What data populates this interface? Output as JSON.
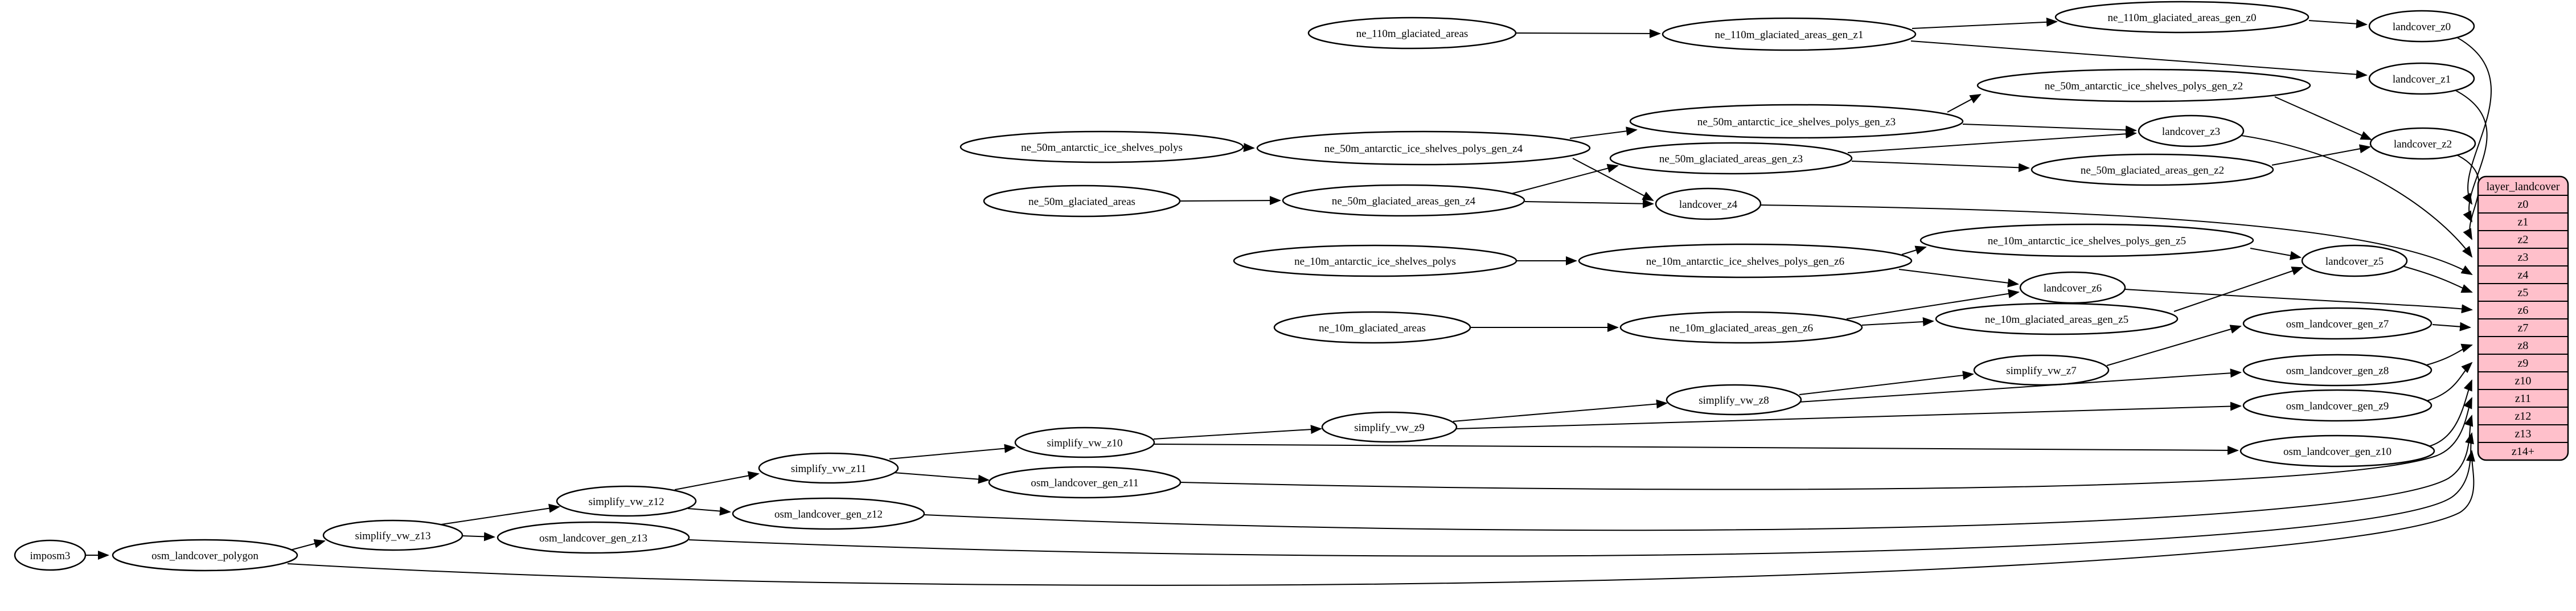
{
  "diagram": {
    "kind": "etl-graph",
    "colors": {
      "node_fill": "#ffffff",
      "node_stroke": "#000000",
      "edge": "#000000",
      "table_fill": "#ffc0cb"
    },
    "nodes": {
      "imposm3": "imposm3",
      "osm_landcover_polygon": "osm_landcover_polygon",
      "simplify_vw_z13": "simplify_vw_z13",
      "osm_landcover_gen_z13": "osm_landcover_gen_z13",
      "simplify_vw_z12": "simplify_vw_z12",
      "osm_landcover_gen_z12": "osm_landcover_gen_z12",
      "simplify_vw_z11": "simplify_vw_z11",
      "osm_landcover_gen_z11": "osm_landcover_gen_z11",
      "simplify_vw_z10": "simplify_vw_z10",
      "osm_landcover_gen_z10": "osm_landcover_gen_z10",
      "simplify_vw_z9": "simplify_vw_z9",
      "osm_landcover_gen_z9": "osm_landcover_gen_z9",
      "simplify_vw_z8": "simplify_vw_z8",
      "osm_landcover_gen_z8": "osm_landcover_gen_z8",
      "simplify_vw_z7": "simplify_vw_z7",
      "osm_landcover_gen_z7": "osm_landcover_gen_z7",
      "ne_10m_antarctic_ice_shelves_polys": "ne_10m_antarctic_ice_shelves_polys",
      "ne_10m_antarctic_ice_shelves_polys_gen_z6": "ne_10m_antarctic_ice_shelves_polys_gen_z6",
      "ne_10m_antarctic_ice_shelves_polys_gen_z5": "ne_10m_antarctic_ice_shelves_polys_gen_z5",
      "ne_10m_glaciated_areas": "ne_10m_glaciated_areas",
      "ne_10m_glaciated_areas_gen_z6": "ne_10m_glaciated_areas_gen_z6",
      "ne_10m_glaciated_areas_gen_z5": "ne_10m_glaciated_areas_gen_z5",
      "landcover_z5": "landcover_z5",
      "landcover_z6": "landcover_z6",
      "ne_50m_antarctic_ice_shelves_polys": "ne_50m_antarctic_ice_shelves_polys",
      "ne_50m_antarctic_ice_shelves_polys_gen_z4": "ne_50m_antarctic_ice_shelves_polys_gen_z4",
      "ne_50m_antarctic_ice_shelves_polys_gen_z3": "ne_50m_antarctic_ice_shelves_polys_gen_z3",
      "ne_50m_antarctic_ice_shelves_polys_gen_z2": "ne_50m_antarctic_ice_shelves_polys_gen_z2",
      "ne_50m_glaciated_areas": "ne_50m_glaciated_areas",
      "ne_50m_glaciated_areas_gen_z4": "ne_50m_glaciated_areas_gen_z4",
      "ne_50m_glaciated_areas_gen_z3": "ne_50m_glaciated_areas_gen_z3",
      "ne_50m_glaciated_areas_gen_z2": "ne_50m_glaciated_areas_gen_z2",
      "landcover_z2": "landcover_z2",
      "landcover_z3": "landcover_z3",
      "landcover_z4": "landcover_z4",
      "ne_110m_glaciated_areas": "ne_110m_glaciated_areas",
      "ne_110m_glaciated_areas_gen_z1": "ne_110m_glaciated_areas_gen_z1",
      "ne_110m_glaciated_areas_gen_z0": "ne_110m_glaciated_areas_gen_z0",
      "landcover_z0": "landcover_z0",
      "landcover_z1": "landcover_z1"
    },
    "table": {
      "title": "layer_landcover",
      "rows": [
        "z0",
        "z1",
        "z2",
        "z3",
        "z4",
        "z5",
        "z6",
        "z7",
        "z8",
        "z9",
        "z10",
        "z11",
        "z12",
        "z13",
        "z14+"
      ]
    },
    "edges": [
      [
        "imposm3",
        "osm_landcover_polygon"
      ],
      [
        "osm_landcover_polygon",
        "simplify_vw_z13"
      ],
      [
        "osm_landcover_polygon",
        "layer_landcover.z14+"
      ],
      [
        "simplify_vw_z13",
        "simplify_vw_z12"
      ],
      [
        "simplify_vw_z13",
        "osm_landcover_gen_z13"
      ],
      [
        "osm_landcover_gen_z13",
        "layer_landcover.z13"
      ],
      [
        "simplify_vw_z12",
        "simplify_vw_z11"
      ],
      [
        "simplify_vw_z12",
        "osm_landcover_gen_z12"
      ],
      [
        "osm_landcover_gen_z12",
        "layer_landcover.z12"
      ],
      [
        "simplify_vw_z11",
        "simplify_vw_z10"
      ],
      [
        "simplify_vw_z11",
        "osm_landcover_gen_z11"
      ],
      [
        "osm_landcover_gen_z11",
        "layer_landcover.z11"
      ],
      [
        "simplify_vw_z10",
        "simplify_vw_z9"
      ],
      [
        "simplify_vw_z10",
        "osm_landcover_gen_z10"
      ],
      [
        "osm_landcover_gen_z10",
        "layer_landcover.z10"
      ],
      [
        "simplify_vw_z9",
        "simplify_vw_z8"
      ],
      [
        "simplify_vw_z9",
        "osm_landcover_gen_z9"
      ],
      [
        "osm_landcover_gen_z9",
        "layer_landcover.z9"
      ],
      [
        "simplify_vw_z8",
        "simplify_vw_z7"
      ],
      [
        "simplify_vw_z8",
        "osm_landcover_gen_z8"
      ],
      [
        "osm_landcover_gen_z8",
        "layer_landcover.z8"
      ],
      [
        "simplify_vw_z7",
        "osm_landcover_gen_z7"
      ],
      [
        "osm_landcover_gen_z7",
        "layer_landcover.z7"
      ],
      [
        "ne_10m_antarctic_ice_shelves_polys",
        "ne_10m_antarctic_ice_shelves_polys_gen_z6"
      ],
      [
        "ne_10m_antarctic_ice_shelves_polys_gen_z6",
        "ne_10m_antarctic_ice_shelves_polys_gen_z5"
      ],
      [
        "ne_10m_antarctic_ice_shelves_polys_gen_z6",
        "landcover_z6"
      ],
      [
        "ne_10m_antarctic_ice_shelves_polys_gen_z5",
        "landcover_z5"
      ],
      [
        "ne_10m_glaciated_areas",
        "ne_10m_glaciated_areas_gen_z6"
      ],
      [
        "ne_10m_glaciated_areas_gen_z6",
        "ne_10m_glaciated_areas_gen_z5"
      ],
      [
        "ne_10m_glaciated_areas_gen_z6",
        "landcover_z6"
      ],
      [
        "ne_10m_glaciated_areas_gen_z5",
        "landcover_z5"
      ],
      [
        "landcover_z5",
        "layer_landcover.z5"
      ],
      [
        "landcover_z6",
        "layer_landcover.z6"
      ],
      [
        "ne_50m_antarctic_ice_shelves_polys",
        "ne_50m_antarctic_ice_shelves_polys_gen_z4"
      ],
      [
        "ne_50m_antarctic_ice_shelves_polys_gen_z4",
        "ne_50m_antarctic_ice_shelves_polys_gen_z3"
      ],
      [
        "ne_50m_antarctic_ice_shelves_polys_gen_z4",
        "landcover_z4"
      ],
      [
        "ne_50m_antarctic_ice_shelves_polys_gen_z3",
        "ne_50m_antarctic_ice_shelves_polys_gen_z2"
      ],
      [
        "ne_50m_antarctic_ice_shelves_polys_gen_z3",
        "landcover_z3"
      ],
      [
        "ne_50m_antarctic_ice_shelves_polys_gen_z2",
        "landcover_z2"
      ],
      [
        "ne_50m_glaciated_areas",
        "ne_50m_glaciated_areas_gen_z4"
      ],
      [
        "ne_50m_glaciated_areas_gen_z4",
        "ne_50m_glaciated_areas_gen_z3"
      ],
      [
        "ne_50m_glaciated_areas_gen_z4",
        "landcover_z4"
      ],
      [
        "ne_50m_glaciated_areas_gen_z3",
        "ne_50m_glaciated_areas_gen_z2"
      ],
      [
        "ne_50m_glaciated_areas_gen_z3",
        "landcover_z3"
      ],
      [
        "ne_50m_glaciated_areas_gen_z2",
        "landcover_z2"
      ],
      [
        "landcover_z2",
        "layer_landcover.z2"
      ],
      [
        "landcover_z3",
        "layer_landcover.z3"
      ],
      [
        "landcover_z4",
        "layer_landcover.z4"
      ],
      [
        "ne_110m_glaciated_areas",
        "ne_110m_glaciated_areas_gen_z1"
      ],
      [
        "ne_110m_glaciated_areas_gen_z1",
        "ne_110m_glaciated_areas_gen_z0"
      ],
      [
        "ne_110m_glaciated_areas_gen_z1",
        "landcover_z1"
      ],
      [
        "ne_110m_glaciated_areas_gen_z0",
        "landcover_z0"
      ],
      [
        "landcover_z0",
        "layer_landcover.z0"
      ],
      [
        "landcover_z1",
        "layer_landcover.z1"
      ]
    ]
  }
}
